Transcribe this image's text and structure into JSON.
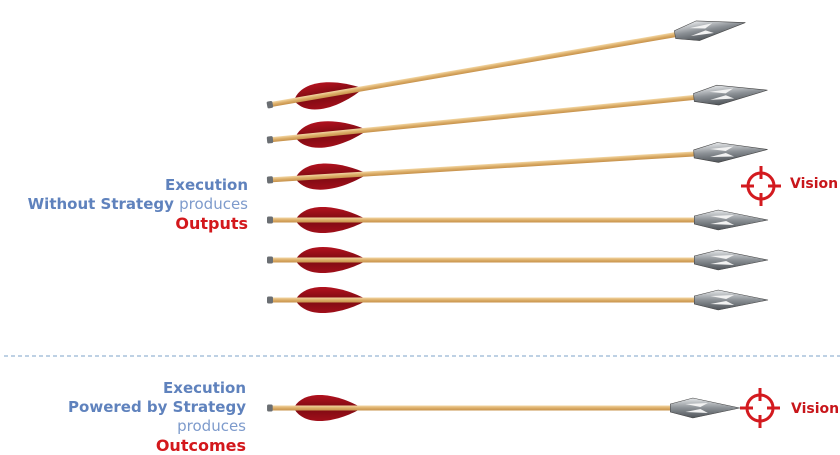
{
  "top_label": {
    "line1": "Execution",
    "line2_a": "Without Strategy",
    "line2_b": "produces",
    "line3": "Outputs"
  },
  "bottom_label": {
    "line1": "Execution",
    "line2_a": "Powered by Strategy",
    "line2_b": "produces",
    "line3": "Outcomes"
  },
  "vision_top": "Vision",
  "vision_bottom": "Vision",
  "colors": {
    "fletching": "#8e0b14",
    "shaft": "#e2b877",
    "arrowhead": "#9a9ea3",
    "target": "#d31a1f",
    "divider": "#7da3c9"
  },
  "icons": [
    "arrow-icon",
    "target-crosshair-icon"
  ]
}
